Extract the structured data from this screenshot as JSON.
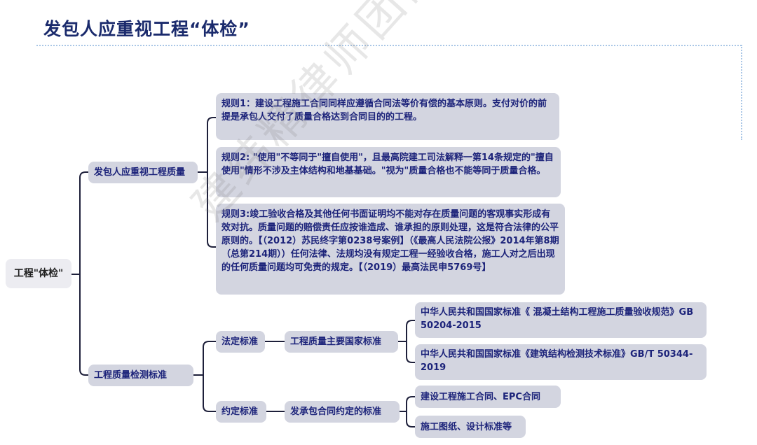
{
  "header": {
    "title": "发包人应重视工程“体检”"
  },
  "mindmap": {
    "root": {
      "label": "工程\"体检\""
    },
    "branches": [
      {
        "label": "发包人应重视工程质量",
        "children": [
          {
            "label": "规则1：建设工程施工合同同样应遵循合同法等价有偿的基本原则。支付对价的前提是承包人交付了质量合格达到合同目的的工程。"
          },
          {
            "label": "规则2: \"使用\"不等同于\"擅自使用\"，且最高院建工司法解释一第14条规定的\"擅自使用\"情形不涉及主体结构和地基基础。\"视为\"质量合格也不能等同于质量合格。"
          },
          {
            "label": "规则3:竣工验收合格及其他任何书面证明均不能对存在质量问题的客观事实形成有效对抗。质量问题的赔偿责任应按谁造成、谁承担的原则处理，这是符合法律的公平原则的。【（2012）苏民终字第0238号案例】（《最高人民法院公报》2014年第8期（总第214期））任何法律、法规均没有规定工程一经验收合格，施工人对之后出现的任何质量问题均可免责的规定。【（2019）最高法民申5769号】"
          }
        ]
      },
      {
        "label": "工程质量检测标准",
        "children": [
          {
            "label": "法定标准",
            "sub": {
              "label": "工程质量主要国家标准",
              "children": [
                {
                  "label": "中华人民共和国国家标准《 混凝土结构工程施工质量验收规范》GB 50204-2015"
                },
                {
                  "label": "中华人民共和国国家标准《建筑结构检测技术标准》GB/T 50344-2019"
                }
              ]
            }
          },
          {
            "label": "约定标准",
            "sub": {
              "label": "发承包合同约定的标准",
              "children": [
                {
                  "label": "建设工程施工合同、EPC合同"
                },
                {
                  "label": "施工图纸、设计标准等"
                }
              ]
            }
          }
        ]
      }
    ]
  },
  "watermark": {
    "text": "建纬精律师团队"
  },
  "colors": {
    "title": "#1a2a6c",
    "node_bg": "#d3d5e0",
    "root_bg": "#ececf1",
    "node_text": "#1c237a",
    "connector": "#1d1f3a",
    "dotted_border": "#a9c6e6"
  }
}
